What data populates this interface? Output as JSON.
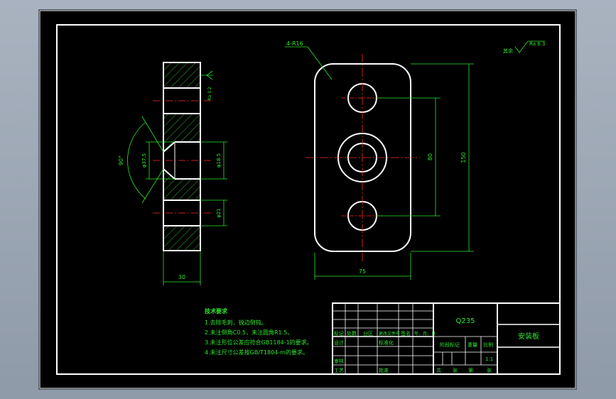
{
  "drawing": {
    "note_surface_finish_label": "4-R16",
    "roughness_general_prefix": "其余",
    "roughness_general_value": "Ra 6.3",
    "section_roughness_value": "Ra 3.2",
    "dim_angle": "90°",
    "dim_dia_countersink": "φ37.5",
    "dim_dia_bore": "φ18.5",
    "dim_dia_hole": "φ21",
    "dim_width_side": "30",
    "dim_width_plate": "75",
    "dim_height_inner": "80",
    "dim_height_overall": "150"
  },
  "tech_requirements": {
    "title": "技术要求",
    "items": [
      "1.去除毛刺，锐边倒钝。",
      "2.未注倒角C0.5，未注圆角R1.5。",
      "3.未注形位公差应符合GB1184-1的要求。",
      "4.未注尺寸公差按GB/T1804-m的要求。"
    ]
  },
  "title_block": {
    "material": "Q235",
    "part_name": "安装板",
    "row_labels": [
      "标记",
      "处数",
      "分区",
      "更改文件号",
      "签名",
      "年、月、日"
    ],
    "designer_label": "设计",
    "standardize_label": "标准化",
    "review_label": "审核",
    "process_label": "工艺",
    "approve_label": "批准",
    "stage_label": "阶段标记",
    "weight_label": "重量",
    "scale_label": "比例",
    "scale_value": "1:1",
    "sheet_labels": [
      "共",
      "张",
      "第",
      "张"
    ]
  },
  "colors": {
    "background": "#000000",
    "outline": "#ffffff",
    "center_line": "#ff2a2a",
    "dimension": "#2ee82e",
    "frame": "#ffffff"
  }
}
